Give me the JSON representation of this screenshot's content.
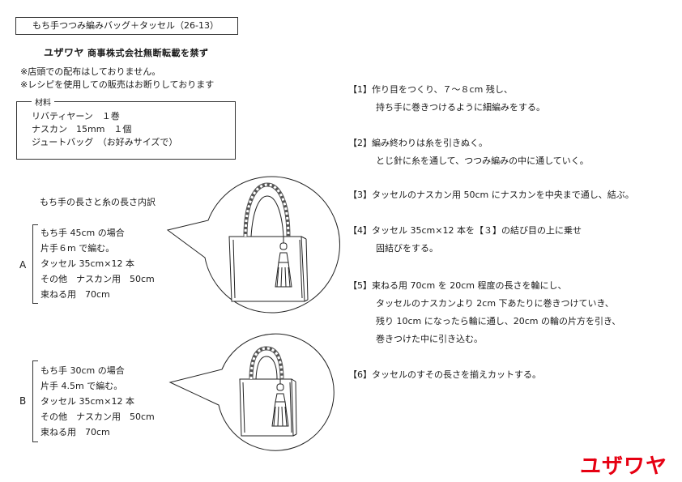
{
  "header": {
    "title": "もち手つつみ編みバッグ＋タッセル（26-13）",
    "brand_name": "ユザワヤ",
    "brand_notice": "商事株式会社無断転載を禁ず",
    "notice_1": "※店頭での配布はしておりません。",
    "notice_2": "※レシピを使用しての販売はお断りしております"
  },
  "materials": {
    "label": "材料",
    "items": [
      "リバティヤーン　１巻",
      "ナスカン　15mm　１個",
      "ジュートバッグ　（お好みサイズで）"
    ]
  },
  "breakdown": {
    "heading": "もち手の長さと糸の長さ内訳",
    "variants": [
      {
        "letter": "A",
        "lines": [
          "もち手 45cm の場合",
          "片手６m で編む。",
          "タッセル 35cm×12 本",
          "その他　ナスカン用　50cm",
          "束ねる用　70cm"
        ]
      },
      {
        "letter": "B",
        "lines": [
          "もち手 30cm の場合",
          "片手 4.5m で編む。",
          "タッセル 35cm×12 本",
          "その他　ナスカン用　50cm",
          "束ねる用　70cm"
        ]
      }
    ]
  },
  "steps": [
    {
      "num": "【1】",
      "lines": [
        "作り目をつくり、７～８cm 残し、",
        "持ち手に巻きつけるように細編みをする。"
      ]
    },
    {
      "num": "【2】",
      "lines": [
        "編み終わりは糸を引きぬく。",
        "とじ針に糸を通して、つつみ編みの中に通していく。"
      ]
    },
    {
      "num": "【3】",
      "lines": [
        "タッセルのナスカン用 50cm にナスカンを中央まで通し、結ぶ。"
      ]
    },
    {
      "num": "【4】",
      "lines": [
        "タッセル 35cm×12 本を【３】の結び目の上に乗せ",
        "固結びをする。"
      ]
    },
    {
      "num": "【5】",
      "lines": [
        "束ねる用 70cm を 20cm 程度の長さを輪にし、",
        "タッセルのナスカンより 2cm 下あたりに巻きつけていき、",
        "残り 10cm になったら輪に通し、20cm の輪の片方を引き、",
        "巻きつけた中に引き込む。"
      ]
    },
    {
      "num": "【6】",
      "lines": [
        "タッセルのすその長さを揃えカットする。"
      ]
    }
  ],
  "footer": {
    "logo": "ユザワヤ",
    "logo_color": "#e60012"
  },
  "icons": {
    "bag_a": "tote-bag-with-tassel-illustration",
    "bag_b": "tote-bag-with-tassel-illustration"
  }
}
